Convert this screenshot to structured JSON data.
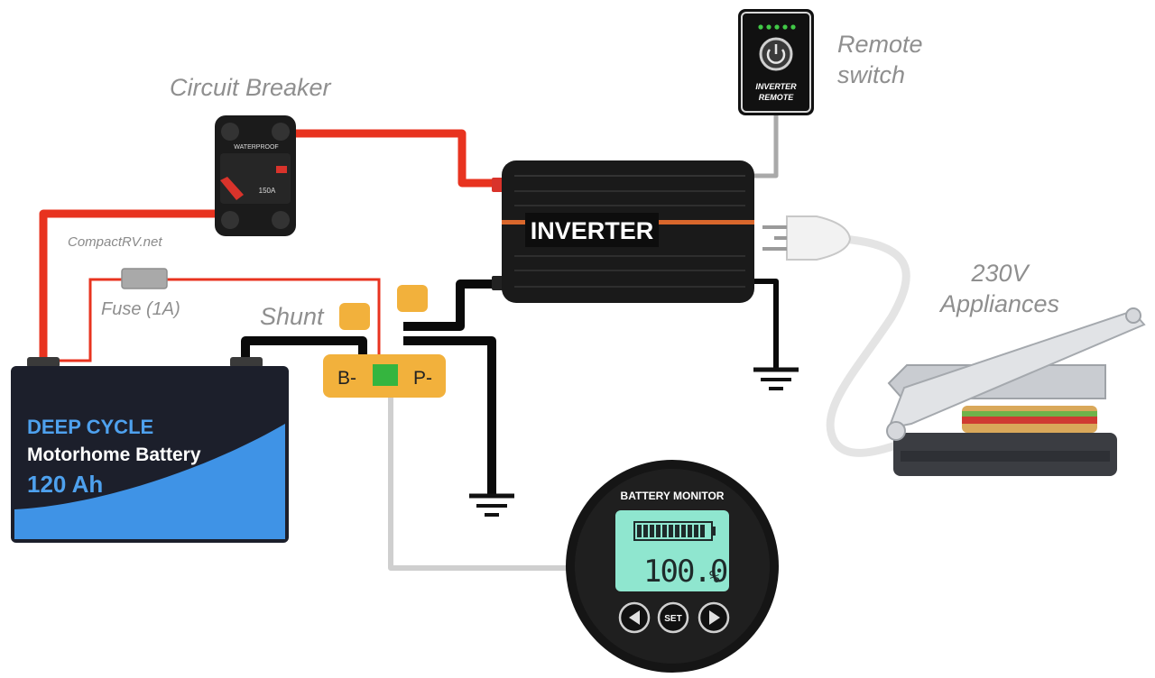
{
  "labels": {
    "circuit_breaker": "Circuit Breaker",
    "remote_switch_line1": "Remote",
    "remote_switch_line2": "switch",
    "shunt": "Shunt",
    "fuse": "Fuse (1A)",
    "appliances_line1": "230V",
    "appliances_line2": "Appliances",
    "watermark": "CompactRV.net"
  },
  "breaker": {
    "top_text": "WATERPROOF",
    "rating": "150A"
  },
  "battery": {
    "line1": "DEEP CYCLE",
    "line2": "Motorhome Battery",
    "line3": "120 Ah"
  },
  "inverter": {
    "label": "INVERTER"
  },
  "remote": {
    "line1": "INVERTER",
    "line2": "REMOTE"
  },
  "shunt": {
    "left_terminal": "B-",
    "right_terminal": "P-"
  },
  "monitor": {
    "title": "BATTERY MONITOR",
    "reading": "100.0",
    "unit": "%",
    "set_button": "SET"
  },
  "colors": {
    "positive_wire": "#e8331f",
    "negative_wire": "#0a0a0a",
    "signal_wire": "#cfcfcf",
    "shunt_body": "#f2b13c",
    "battery_blue": "#3f93e6",
    "lcd_green": "#8fe6cf"
  }
}
